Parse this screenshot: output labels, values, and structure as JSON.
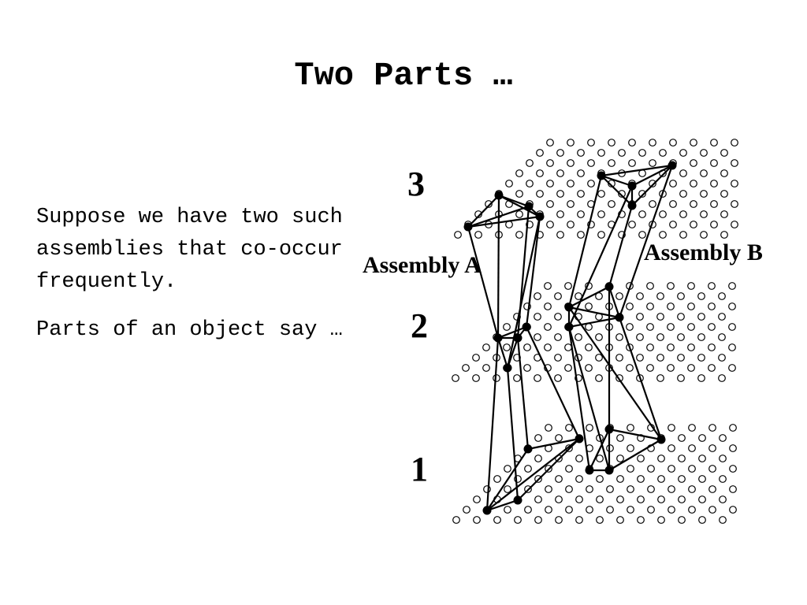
{
  "slide": {
    "title": "Two Parts …",
    "paragraphs": [
      "Suppose we have two such assemblies that co-occur frequently.",
      "Parts of an object say …"
    ]
  },
  "figure": {
    "layer_labels": [
      "3",
      "2",
      "1"
    ],
    "assembly_labels": [
      "Assembly A",
      "Assembly B"
    ]
  }
}
